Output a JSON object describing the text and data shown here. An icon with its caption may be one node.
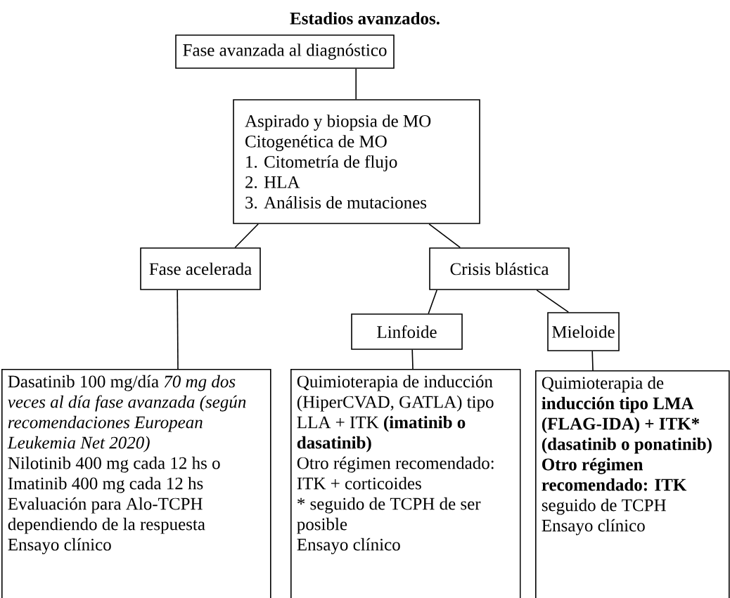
{
  "diagram": {
    "title": "Estadios avanzados.",
    "nodes": [
      {
        "text": [
          "Fase avanzada al diagnóstico"
        ]
      },
      {
        "text": [
          "Aspirado y biopsia de MO",
          "Citogenética de MO",
          "1. Citometría de flujo",
          "2. HLA",
          "3. Análisis de mutaciones"
        ]
      },
      {
        "text": [
          "Fase acelerada"
        ]
      },
      {
        "text": [
          "Crisis blástica"
        ]
      },
      {
        "text": [
          "Linfoide"
        ]
      },
      {
        "text": [
          "Mieloide"
        ]
      },
      {
        "text": [
          "Dasatinib 100 mg/día *70 mg dos veces al día fase avanzada (según recomendaciones European Leukemia Net 2020)*",
          "Nilotinib 400 mg cada 12 hs o Imatinib 400 mg cada 12 hs",
          "Evaluación para Alo-TCPH dependiendo de la respuesta",
          "Ensayo clínico"
        ]
      },
      {
        "text": [
          "Quimioterapia de inducción (HiperCVAD, GATLA) tipo LLA + ITK **(imatinib o dasatinib)**",
          "Otro régimen recomendado: ITK + corticoides",
          "* seguido de TCPH de ser posible",
          "Ensayo clínico"
        ]
      },
      {
        "text": [
          "Quimioterapia de **inducción tipo LMA (FLAG-IDA) + ITK* (dasatinib o ponatinib)**",
          "**Otro régimen recomendado: ITK** seguido de TCPH",
          "Ensayo clínico"
        ]
      }
    ],
    "edges": [
      {
        "from": 0,
        "to": 1,
        "arrow": "none"
      },
      {
        "from": 1,
        "to": 2,
        "arrow": "none"
      },
      {
        "from": 1,
        "to": 3,
        "arrow": "none"
      },
      {
        "from": 3,
        "to": 4,
        "arrow": "none"
      },
      {
        "from": 3,
        "to": 5,
        "arrow": "none"
      },
      {
        "from": 2,
        "to": 6,
        "arrow": "none"
      },
      {
        "from": 4,
        "to": 7,
        "arrow": "none"
      },
      {
        "from": 5,
        "to": 8,
        "arrow": "none"
      }
    ]
  }
}
